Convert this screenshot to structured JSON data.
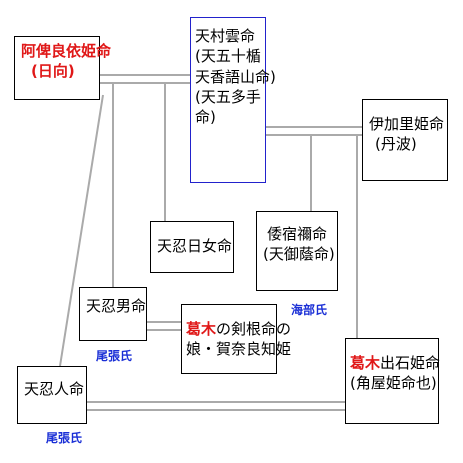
{
  "nodes": {
    "ahira": {
      "name": "阿俾良依姫命",
      "sub": "(日向)"
    },
    "amemurakumo": {
      "lines": [
        "天村雲命",
        "(天五十楯",
        "天香語山命)",
        "(天五多手",
        "命)"
      ]
    },
    "ikari": {
      "name": "伊加里姫命",
      "sub": "(丹波)"
    },
    "ameoshihime": {
      "name": "天忍日女命"
    },
    "yamato": {
      "name": "倭宿禰命",
      "sub": "(天御蔭命)"
    },
    "ameoshio": {
      "name": "天忍男命"
    },
    "katsuragi_musume": {
      "prefix": "葛木",
      "rest1": "の剣根命の",
      "line2": "娘・賀奈良知姫"
    },
    "ameoshihito": {
      "name": "天忍人命"
    },
    "katsuragi_ide": {
      "prefix": "葛木",
      "rest1": "出石姫命",
      "line2": "(角屋姫命也)"
    }
  },
  "tags": {
    "ama": "海部氏",
    "owari1": "尾張氏",
    "owari2": "尾張氏"
  },
  "colors": {
    "highlight": "#e01818",
    "tag_blue": "#1a2fd6",
    "line": "#aaaaaa"
  }
}
